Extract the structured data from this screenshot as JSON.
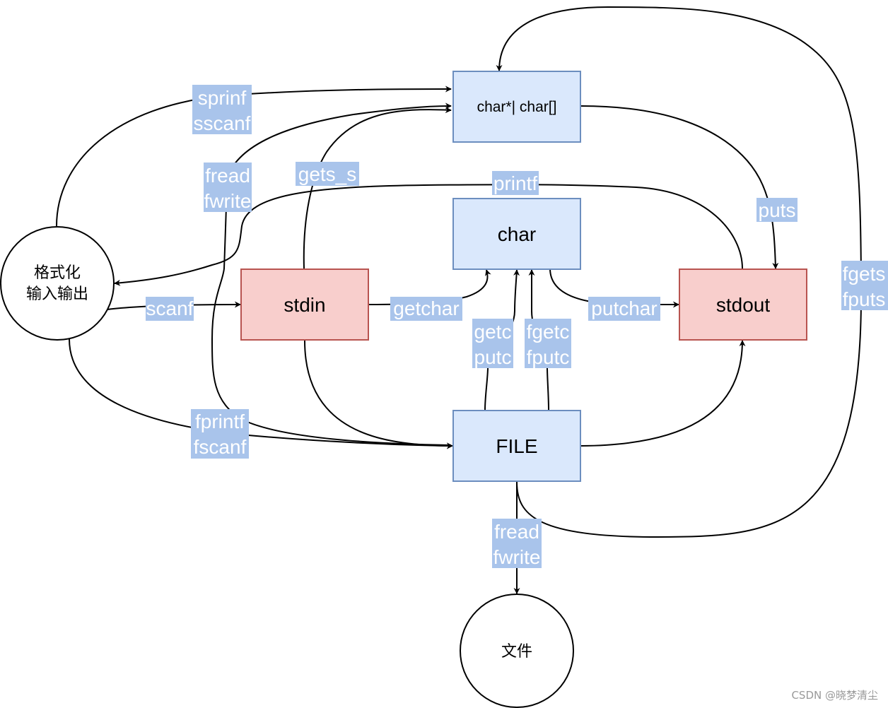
{
  "nodes": {
    "char_ptr": "char*| char[]",
    "char": "char",
    "stdin": "stdin",
    "stdout": "stdout",
    "file": "FILE",
    "format_io_line1": "格式化",
    "format_io_line2": "输入输出",
    "disk_file": "文件"
  },
  "edge_labels": {
    "sprinf": "sprinf",
    "sscanf": "sscanf",
    "fread_top": "fread",
    "fwrite_top": "fwrite",
    "gets_s": "gets_s",
    "printf": "printf",
    "puts": "puts",
    "scanf": "scanf",
    "getchar": "getchar",
    "putchar": "putchar",
    "getc": "getc",
    "putc": "putc",
    "fgetc": "fgetc",
    "fputc": "fputc",
    "fgets": "fgets",
    "fputs": "fputs",
    "fprintf": "fprintf",
    "fscanf": "fscanf",
    "fread_bottom": "fread",
    "fwrite_bottom": "fwrite"
  },
  "watermark": "CSDN @晓梦清尘",
  "colors": {
    "blue_fill": "#dae8fc",
    "blue_stroke": "#6c8ebf",
    "red_fill": "#f8cecc",
    "red_stroke": "#b85450",
    "label_bg": "#a9c4eb"
  }
}
